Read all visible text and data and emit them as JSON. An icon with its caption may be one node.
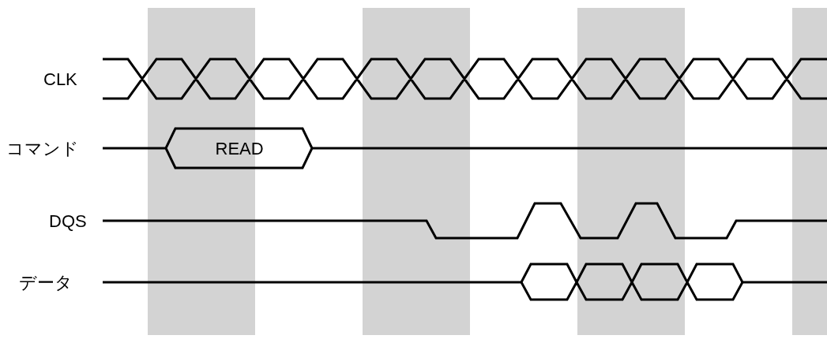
{
  "diagram": {
    "labels": [
      "CLK",
      "コマンド",
      "READ",
      "DQS",
      "データ"
    ]
  }
}
